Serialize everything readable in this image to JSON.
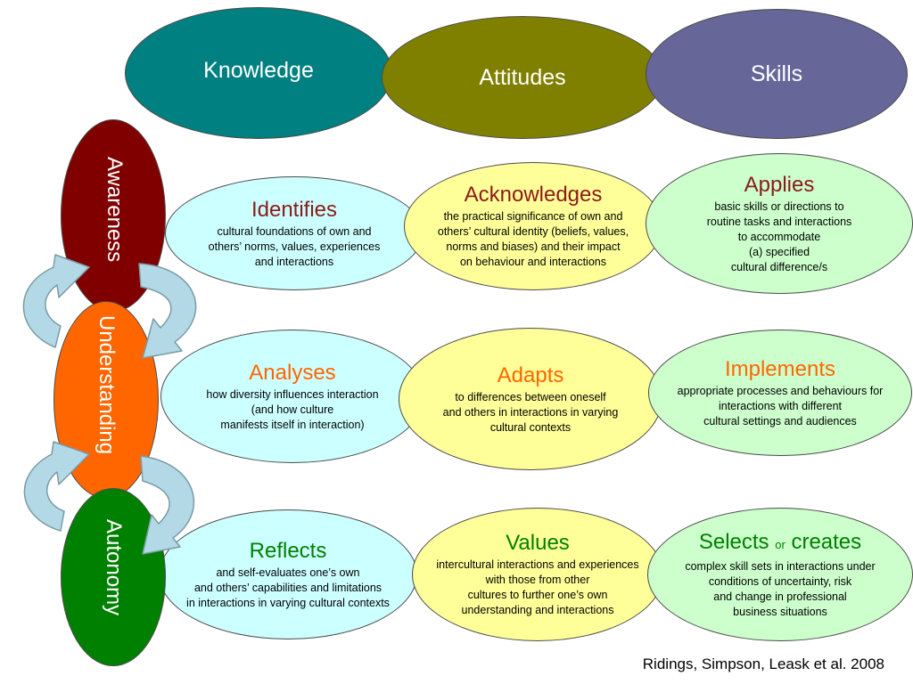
{
  "headers": [
    {
      "label": "Knowledge",
      "color": "#008080"
    },
    {
      "label": "Attitudes",
      "color": "#808000"
    },
    {
      "label": "Skills",
      "color": "#666699"
    }
  ],
  "levels": [
    {
      "label": "Awareness",
      "color": "#800000"
    },
    {
      "label": "Understanding",
      "color": "#ff6600"
    },
    {
      "label": "Autonomy",
      "color": "#008000"
    }
  ],
  "cells": {
    "awareness": {
      "knowledge": {
        "title": "Identifies",
        "desc": "cultural foundations of own and\nothers’ norms, values, experiences\nand interactions",
        "title_color": "#8b1a1a",
        "fill": "#ccffff"
      },
      "attitudes": {
        "title": "Acknowledges",
        "desc": "the practical significance of own and\nothers’ cultural identity (beliefs, values,\nnorms and biases) and their impact\non behaviour and interactions",
        "title_color": "#8b1a1a",
        "fill": "#ffff99"
      },
      "skills": {
        "title": "Applies",
        "desc": "basic skills or directions to\nroutine tasks and interactions\nto accommodate\n(a) specified\ncultural difference/s",
        "title_color": "#8b1a1a",
        "fill": "#ccffcc"
      }
    },
    "understanding": {
      "knowledge": {
        "title": "Analyses",
        "desc": "how diversity influences interaction\n(and how culture\nmanifests itself in interaction)",
        "title_color": "#ff6600",
        "fill": "#ccffff"
      },
      "attitudes": {
        "title": "Adapts",
        "desc": "to differences between oneself\nand others in interactions in varying\ncultural contexts",
        "title_color": "#ff6600",
        "fill": "#ffff99"
      },
      "skills": {
        "title": "Implements",
        "desc": "appropriate processes and behaviours for\ninteractions with different\ncultural settings and audiences",
        "title_color": "#ff6600",
        "fill": "#ccffcc"
      }
    },
    "autonomy": {
      "knowledge": {
        "title": "Reflects",
        "desc": "and self-evaluates one’s own\nand others’ capabilities and limitations\nin interactions in varying cultural contexts",
        "title_color": "#008000",
        "fill": "#ccffff"
      },
      "attitudes": {
        "title": "Values",
        "desc": "intercultural interactions and experiences\nwith those from other\ncultures to further one’s own\nunderstanding and interactions",
        "title_color": "#008000",
        "fill": "#ffff99"
      },
      "skills": {
        "title_a": "Selects",
        "title_or": "or",
        "title_b": "creates",
        "desc": "complex skill sets in interactions under\nconditions of uncertainty, risk\nand change in professional\nbusiness situations",
        "title_color": "#008000",
        "fill": "#ccffcc"
      }
    }
  },
  "citation": "Ridings, Simpson, Leask et al. 2008",
  "arrow_color": "#b3d9e6"
}
